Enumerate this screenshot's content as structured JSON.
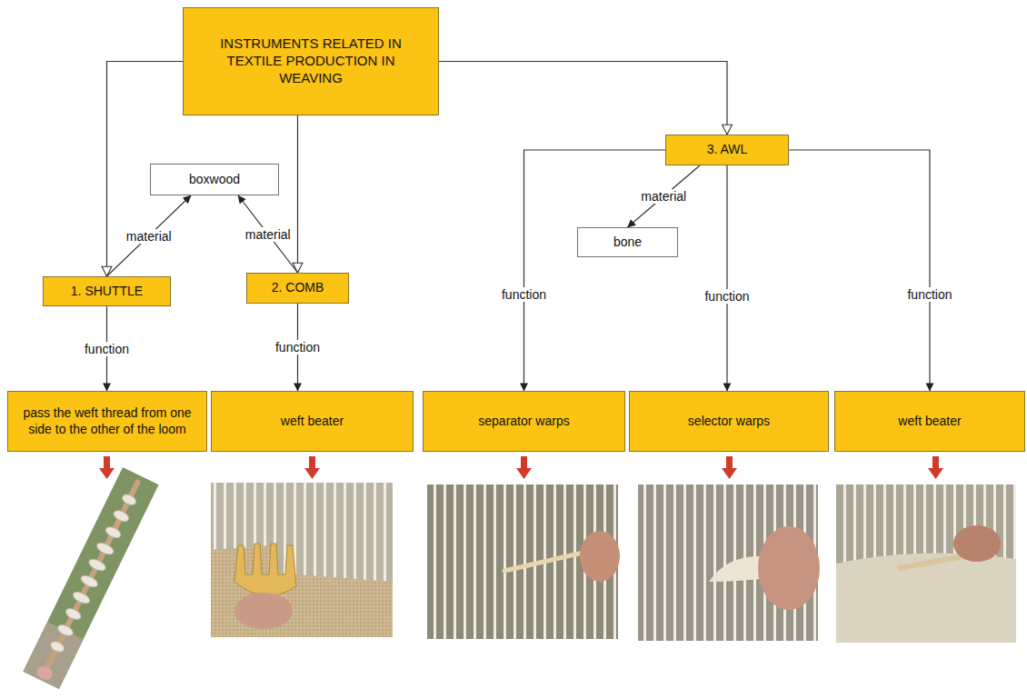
{
  "diagram": {
    "nodes": [
      {
        "text": [
          "INSTRUMENTS RELATED IN TEXTILE PRODUCTION IN WEAVING"
        ]
      },
      {
        "text": [
          "3. AWL"
        ]
      },
      {
        "text": [
          "boxwood"
        ]
      },
      {
        "text": [
          "bone"
        ]
      },
      {
        "text": [
          "1. SHUTTLE"
        ]
      },
      {
        "text": [
          "2. COMB"
        ]
      },
      {
        "text": [
          "pass the weft thread from one side to the other of the loom"
        ]
      },
      {
        "text": [
          "weft beater"
        ]
      },
      {
        "text": [
          "separator warps"
        ]
      },
      {
        "text": [
          "selector warps"
        ]
      },
      {
        "text": [
          "weft beater"
        ]
      }
    ],
    "edges": [
      {
        "from": 0,
        "to": 4,
        "arrow": "to"
      },
      {
        "from": 0,
        "to": 5,
        "arrow": "to"
      },
      {
        "from": 0,
        "to": 1,
        "arrow": "to"
      },
      {
        "from": 4,
        "to": 2,
        "label": "material",
        "arrow": "to"
      },
      {
        "from": 5,
        "to": 2,
        "label": "material",
        "arrow": "to"
      },
      {
        "from": 1,
        "to": 3,
        "label": "material",
        "arrow": "to"
      },
      {
        "from": 4,
        "to": 6,
        "label": "function",
        "arrow": "to"
      },
      {
        "from": 5,
        "to": 7,
        "label": "function",
        "arrow": "to"
      },
      {
        "from": 1,
        "to": 8,
        "label": "function",
        "arrow": "to"
      },
      {
        "from": 1,
        "to": 9,
        "label": "function",
        "arrow": "to"
      },
      {
        "from": 1,
        "to": 10,
        "label": "function",
        "arrow": "to"
      }
    ]
  }
}
